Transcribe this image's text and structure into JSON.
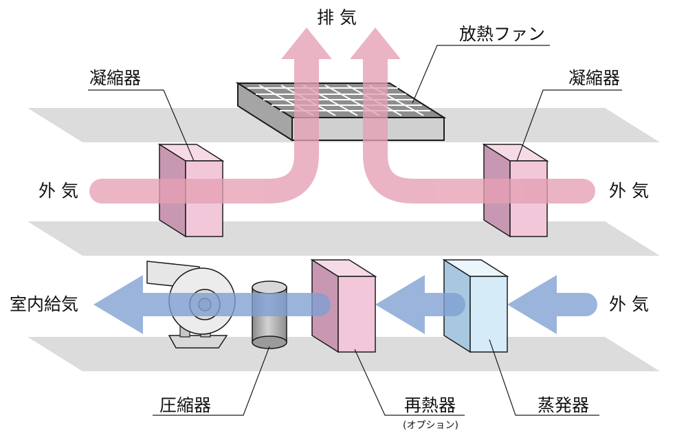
{
  "diagram": {
    "labels": {
      "exhaust": "排 気",
      "radiator_fan": "放熱ファン",
      "condenser_left": "凝縮器",
      "condenser_right": "凝縮器",
      "outside_air_left": "外 気",
      "outside_air_right": "外 気",
      "indoor_supply": "室内給気",
      "outside_air_lower": "外 気",
      "compressor": "圧縮器",
      "reheater": "再熱器",
      "reheater_note": "(オプション)",
      "evaporator": "蒸発器"
    },
    "colors": {
      "hot_air": "#e5a0b4",
      "cold_air": "#7f9fd3",
      "floor": "#dcdcdc",
      "condenser": "#f2c7da",
      "evaporator": "#d6ebf8",
      "compressor": "#b0b0b0"
    }
  }
}
